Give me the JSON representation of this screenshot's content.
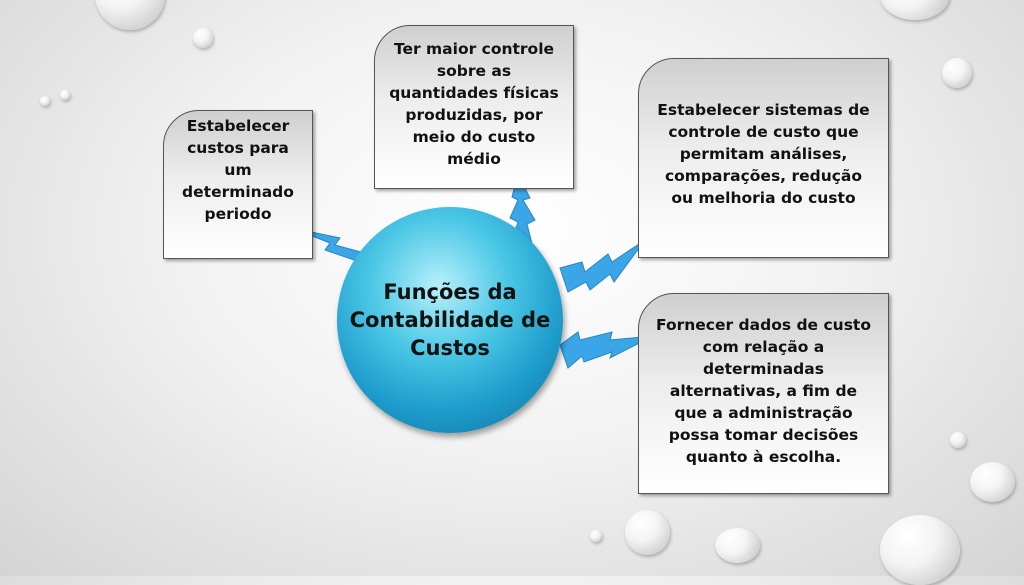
{
  "center": {
    "lines": [
      "Funções da",
      "Contabilidade de",
      "Custos"
    ]
  },
  "boxes": [
    {
      "lines": [
        "Estabelecer",
        "custos para",
        "um",
        "determinado",
        "periodo"
      ]
    },
    {
      "lines": [
        "Ter maior controle",
        "sobre as",
        "quantidades físicas",
        "produzidas, por",
        "meio do custo",
        "médio"
      ]
    },
    {
      "lines": [
        "Estabelecer sistemas de",
        "controle de custo que",
        "permitam análises,",
        "comparações, redução",
        "ou melhoria do custo"
      ]
    },
    {
      "lines": [
        "Fornecer dados de custo",
        "com relação a",
        "determinadas",
        "alternativas, a fim de",
        "que a administração",
        "possa tomar decisões",
        "quanto à escolha."
      ]
    }
  ],
  "colors": {
    "sphere": "#2aaedb",
    "bolt": "#3aa6e8"
  }
}
